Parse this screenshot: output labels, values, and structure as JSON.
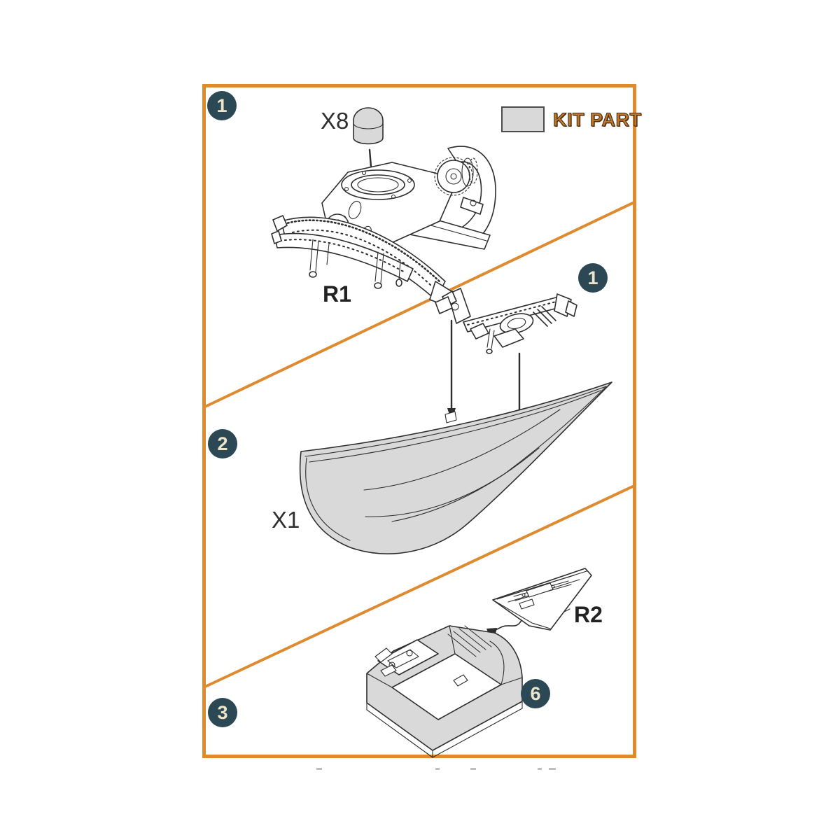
{
  "colors": {
    "frame_orange": "#DE8B30",
    "badge_bg": "#2C4854",
    "badge_text": "#EDE5C9",
    "kit_part_fill": "#D9D9D9",
    "kit_part_text": "#C1782C",
    "line_art": "#2E2E2E",
    "label_text": "#2F2F2F"
  },
  "legend": {
    "kit_part_label": "KIT PART"
  },
  "badges": [
    {
      "id": "step-1",
      "label": "1"
    },
    {
      "id": "step-1-repeat",
      "label": "1"
    },
    {
      "id": "step-2",
      "label": "2"
    },
    {
      "id": "step-3",
      "label": "3"
    },
    {
      "id": "step-6",
      "label": "6"
    }
  ],
  "part_labels": {
    "dome_quantity": "X8",
    "rail_part": "R1",
    "hull_quantity": "X1",
    "deck_part": "R2"
  }
}
